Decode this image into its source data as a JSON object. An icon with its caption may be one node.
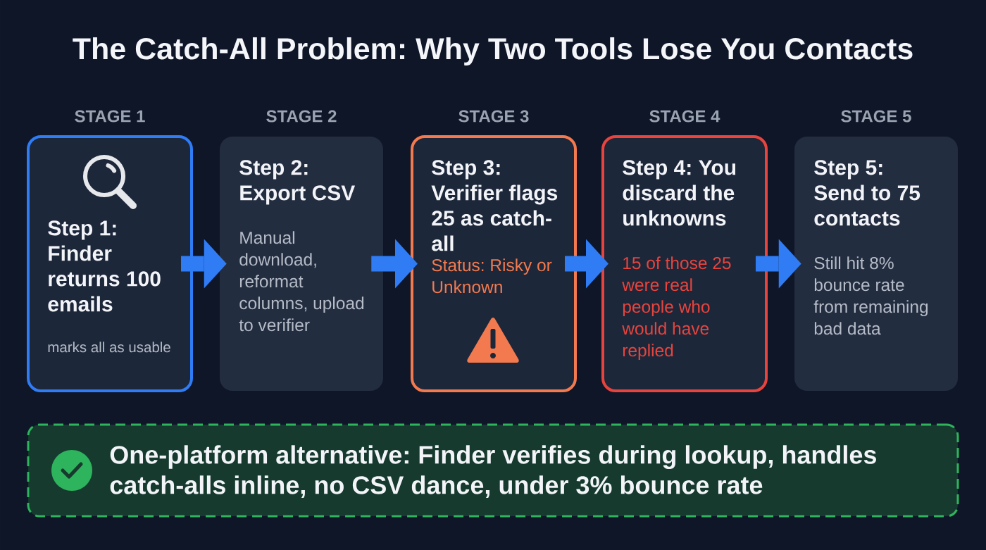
{
  "diagram": {
    "title": "The Catch-All Problem: Why Two Tools Lose You Contacts",
    "nodes": [
      {
        "text": [
          "STAGE 1",
          "Step 1: Finder returns 100 emails",
          "marks all as usable"
        ]
      },
      {
        "text": [
          "STAGE 2",
          "Step 2: Export CSV",
          "Manual download, reformat columns, upload to verifier"
        ]
      },
      {
        "text": [
          "STAGE 3",
          "Step 3: Verifier flags 25 as catch-all",
          "Status: Risky or Unknown"
        ]
      },
      {
        "text": [
          "STAGE 4",
          "Step 4: You discard the unknowns",
          "15 of those 25 were real people who would have replied"
        ]
      },
      {
        "text": [
          "STAGE 5",
          "Step 5: Send to 75 contacts",
          "Still hit 8% bounce rate from remaining bad data"
        ]
      },
      {
        "text": [
          "One-platform alternative: Finder verifies during lookup, handles catch-alls inline, no CSV dance, under 3% bounce rate"
        ]
      }
    ],
    "edges": [
      {
        "from": 0,
        "to": 1,
        "arrow": "to"
      },
      {
        "from": 1,
        "to": 2,
        "arrow": "to"
      },
      {
        "from": 2,
        "to": 3,
        "arrow": "to"
      },
      {
        "from": 3,
        "to": 4,
        "arrow": "to"
      }
    ]
  }
}
